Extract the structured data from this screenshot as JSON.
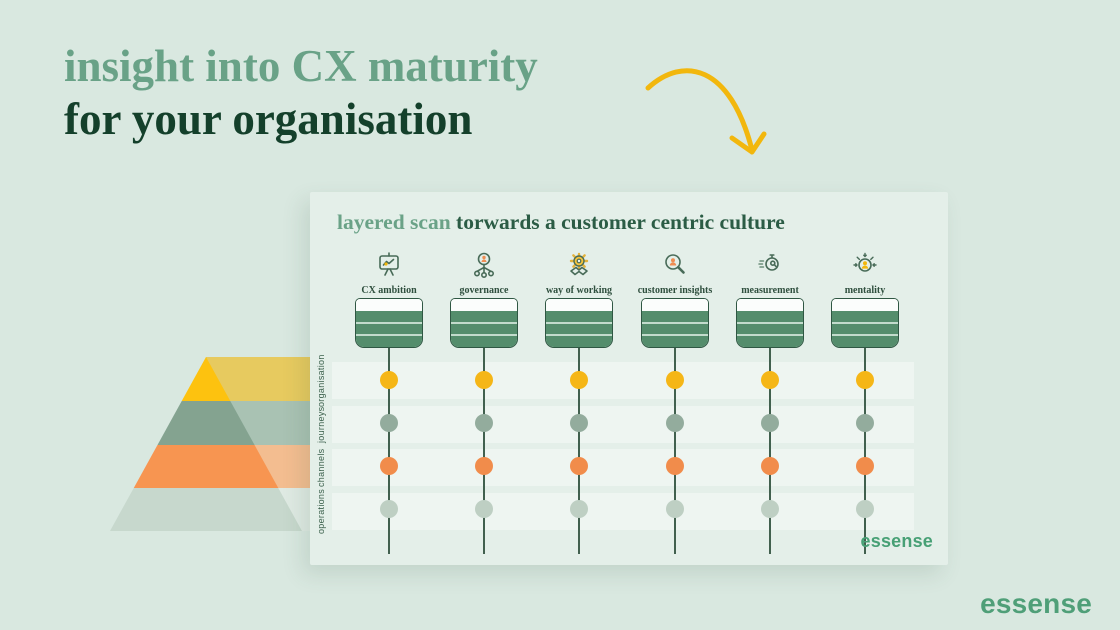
{
  "slide": {
    "title_line1": "insight into CX maturity",
    "title_line2": "for your organisation",
    "brand_logo": "essense"
  },
  "card": {
    "heading": {
      "highlight": "layered scan",
      "rest": " torwards a customer centric culture"
    },
    "brand_logo": "essense",
    "columns": [
      {
        "label": "CX ambition",
        "icon": "presentation-board"
      },
      {
        "label": "governance",
        "icon": "org-chart"
      },
      {
        "label": "way of working",
        "icon": "gear-handshake"
      },
      {
        "label": "customer insights",
        "icon": "magnifier-person"
      },
      {
        "label": "measurement",
        "icon": "stopwatch"
      },
      {
        "label": "mentality",
        "icon": "person-focus"
      }
    ],
    "rows": [
      {
        "label": "organisation",
        "dot_color": "#f5b617"
      },
      {
        "label": "journeys",
        "dot_color": "#93ac9d"
      },
      {
        "label": "channels",
        "dot_color": "#f18c4b"
      },
      {
        "label": "operations",
        "dot_color": "#becfc3"
      }
    ]
  },
  "pyramid": {
    "layers": [
      {
        "name": "organisation",
        "color": "#fdc20f",
        "muted": "#e7ca5f"
      },
      {
        "name": "journeys",
        "color": "#84a390",
        "muted": "#a9c2b3"
      },
      {
        "name": "channels",
        "color": "#f79551",
        "muted": "#f3bd90"
      },
      {
        "name": "operations",
        "color": "#c7d8cd",
        "muted": "#dfeae3"
      }
    ]
  },
  "colors": {
    "background": "#d9e8e0",
    "card_background": "#e4efe9",
    "accent_yellow": "#f2b70d",
    "title_light": "#69a287",
    "title_dark": "#14402b",
    "brand_green": "#4f9f78",
    "line": "#41604e"
  }
}
